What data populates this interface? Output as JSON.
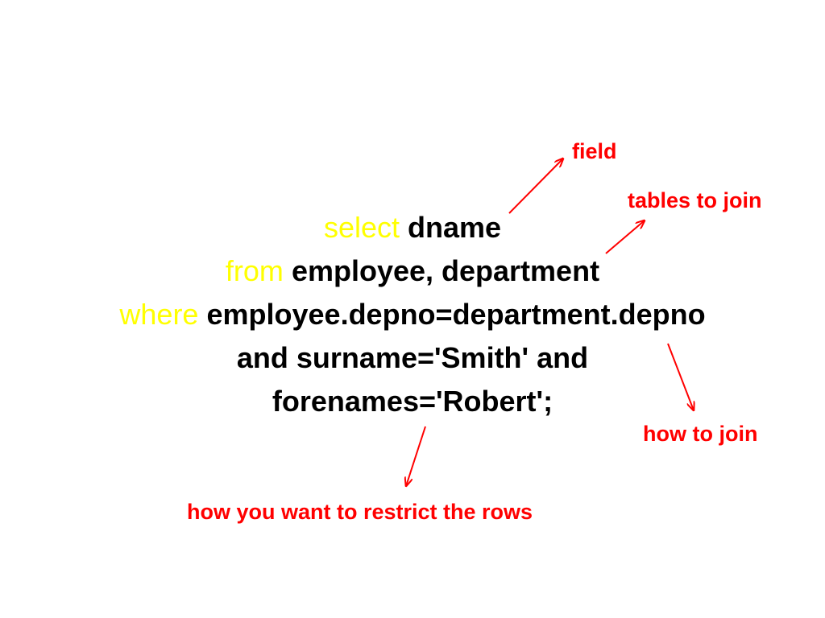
{
  "sql": {
    "select_kw": "select",
    "select_rest": "dname",
    "from_kw": "from",
    "from_rest": "employee, department",
    "where_kw": "where",
    "where_rest": "employee.depno=department.depno",
    "line4": "and surname='Smith' and",
    "line5": "forenames='Robert';"
  },
  "annotations": {
    "field": "field",
    "tables": "tables to join",
    "how_to_join": "how to join",
    "restrict": "how you want to restrict the rows"
  },
  "colors": {
    "keyword": "#ffff00",
    "annotation": "#ff0000",
    "text": "#000000",
    "background": "#ffffff"
  }
}
